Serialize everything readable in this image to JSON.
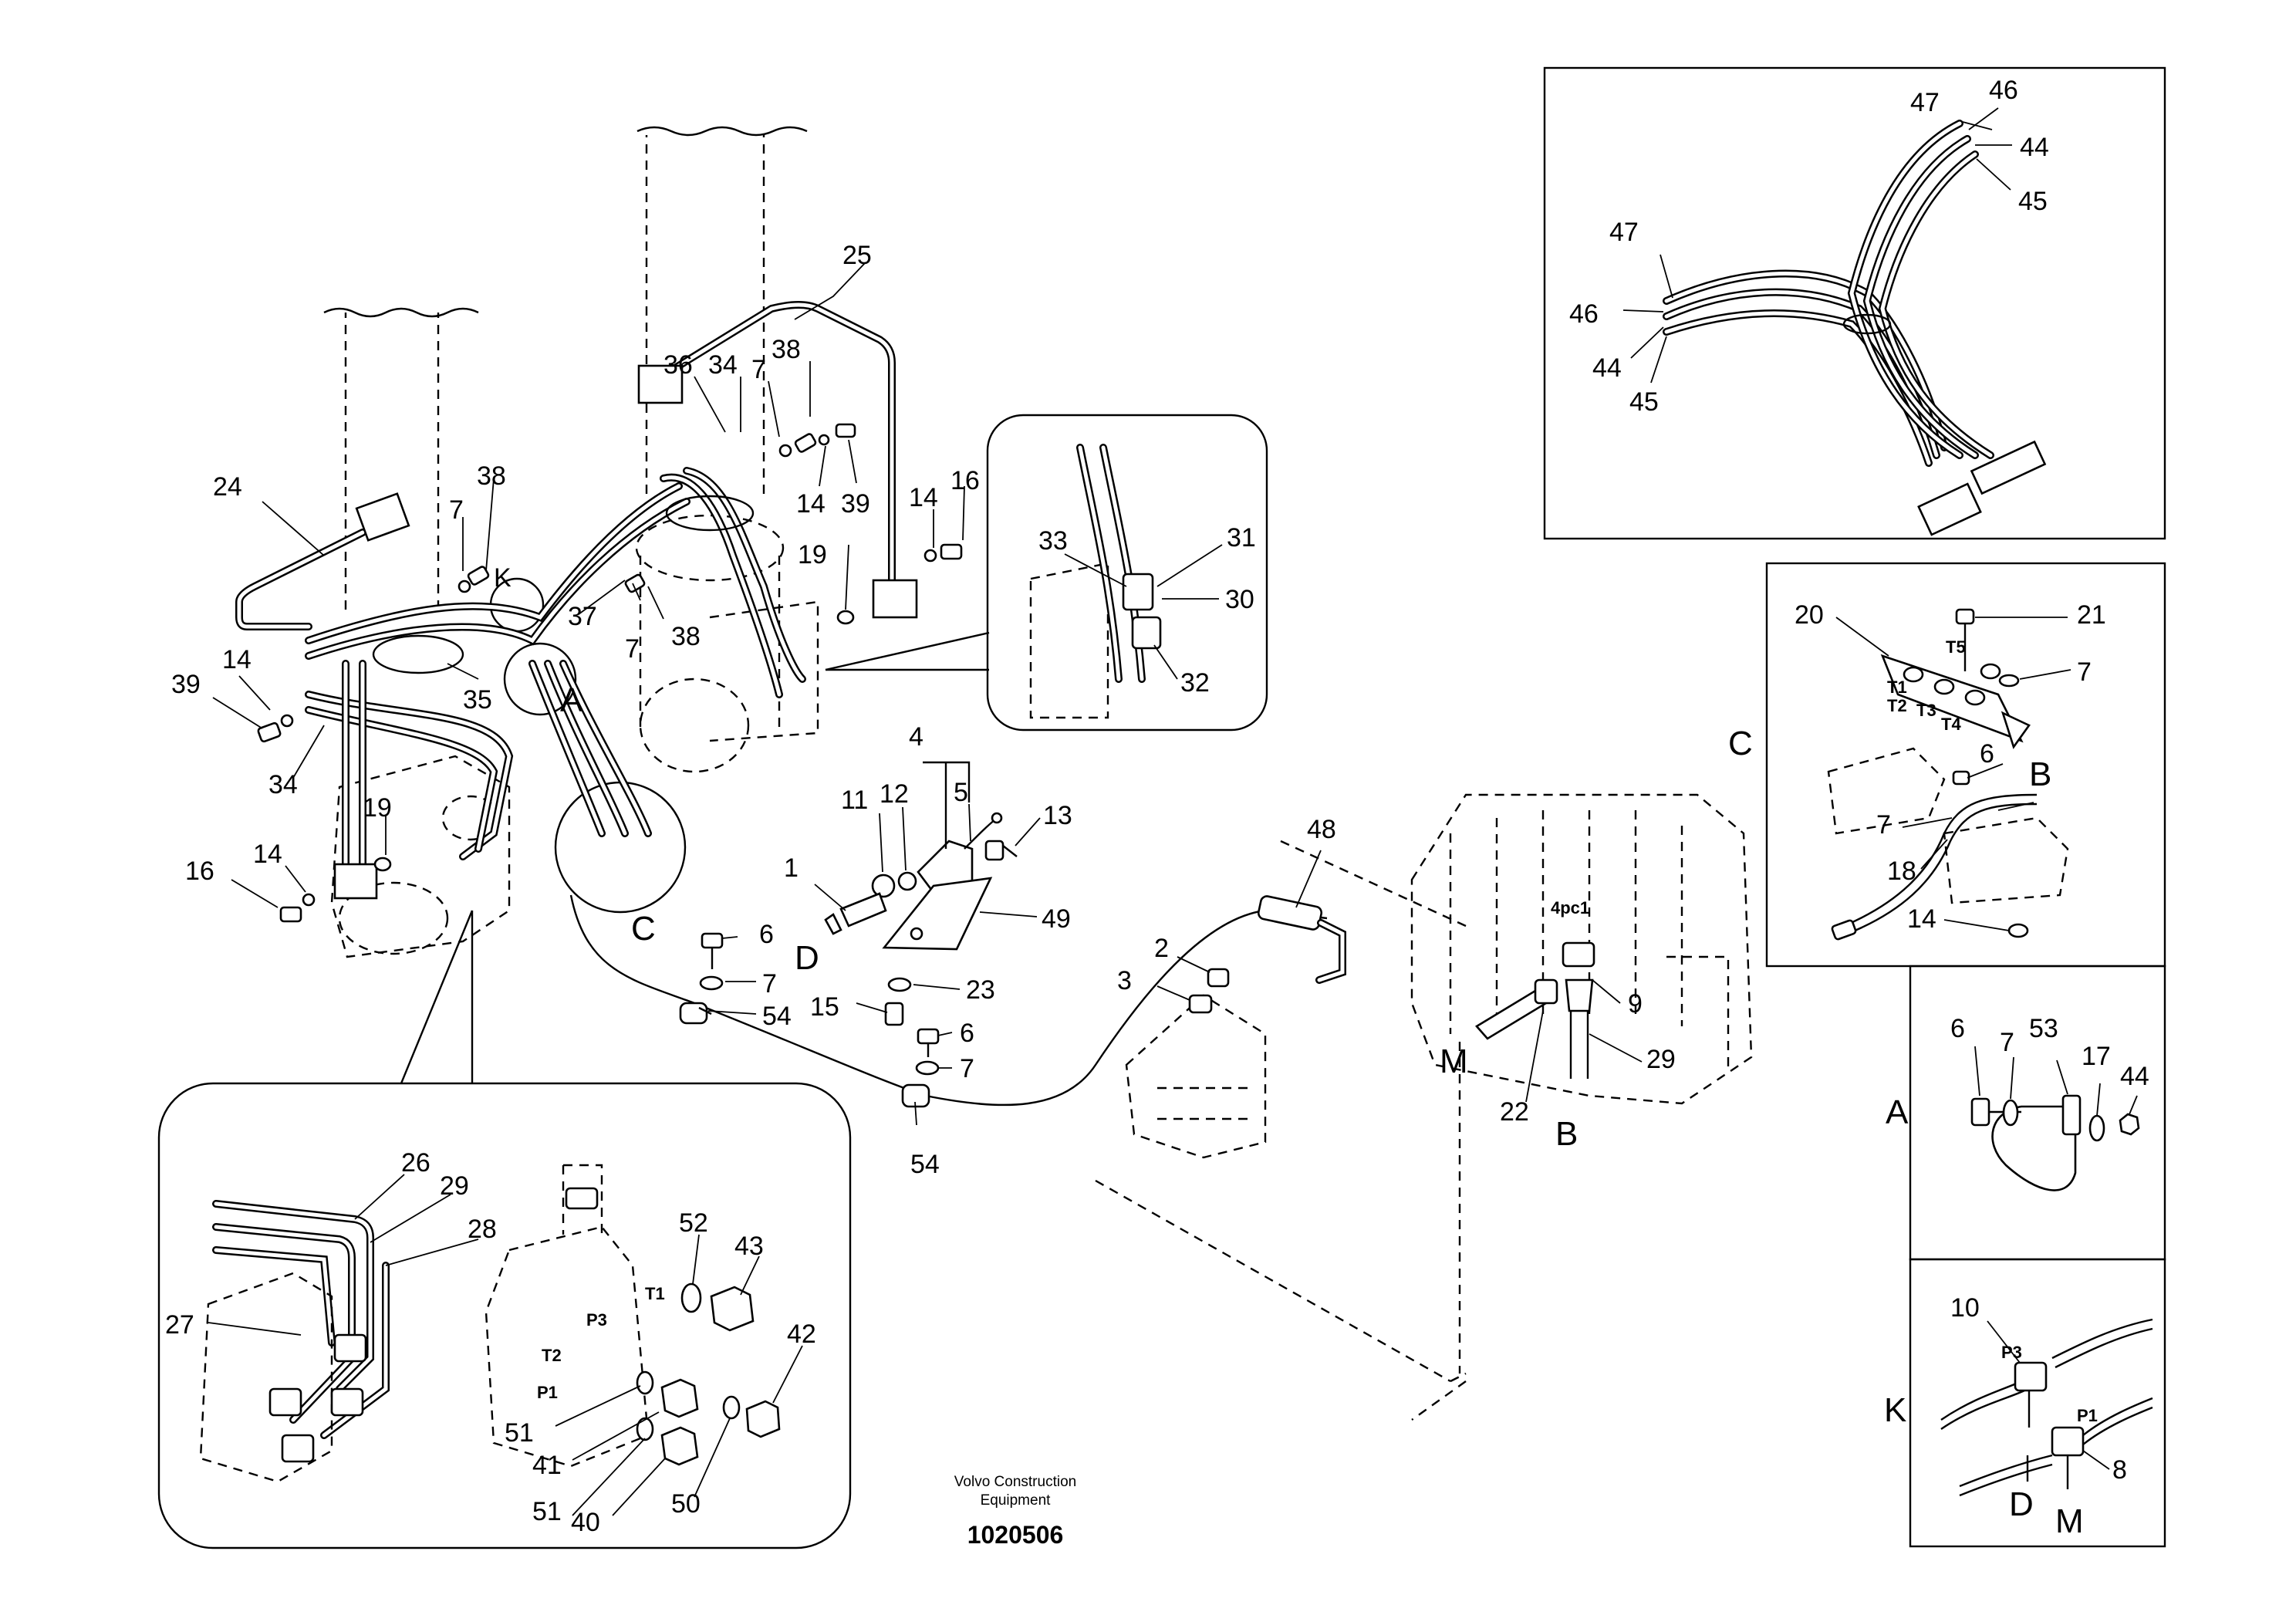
{
  "footer": {
    "company_line1": "Volvo Construction",
    "company_line2": "Equipment",
    "code": "1020506"
  },
  "letters": {
    "A": "A",
    "B": "B",
    "C": "C",
    "D": "D",
    "K": "K",
    "M": "M"
  },
  "labels": {
    "n1": "1",
    "n2": "2",
    "n3": "3",
    "n4": "4",
    "n5": "5",
    "n6": "6",
    "n7": "7",
    "n8": "8",
    "n9": "9",
    "n10": "10",
    "n11": "11",
    "n12": "12",
    "n13": "13",
    "n14": "14",
    "n15": "15",
    "n16": "16",
    "n17": "17",
    "n18": "18",
    "n19": "19",
    "n20": "20",
    "n21": "21",
    "n22": "22",
    "n23": "23",
    "n24": "24",
    "n25": "25",
    "n26": "26",
    "n27": "27",
    "n28": "28",
    "n29": "29",
    "n30": "30",
    "n31": "31",
    "n32": "32",
    "n33": "33",
    "n34": "34",
    "n35": "35",
    "n36": "36",
    "n37": "37",
    "n38": "38",
    "n39": "39",
    "n40": "40",
    "n41": "41",
    "n42": "42",
    "n43": "43",
    "n44": "44",
    "n45": "45",
    "n46": "46",
    "n47": "47",
    "n48": "48",
    "n49": "49",
    "n50": "50",
    "n51": "51",
    "n52": "52",
    "n53": "53",
    "n54": "54"
  },
  "ports": {
    "T1": "T1",
    "T2": "T2",
    "T3": "T3",
    "T4": "T4",
    "T5": "T5",
    "P1": "P1",
    "P3": "P3"
  },
  "note_4pc": "4pc1"
}
